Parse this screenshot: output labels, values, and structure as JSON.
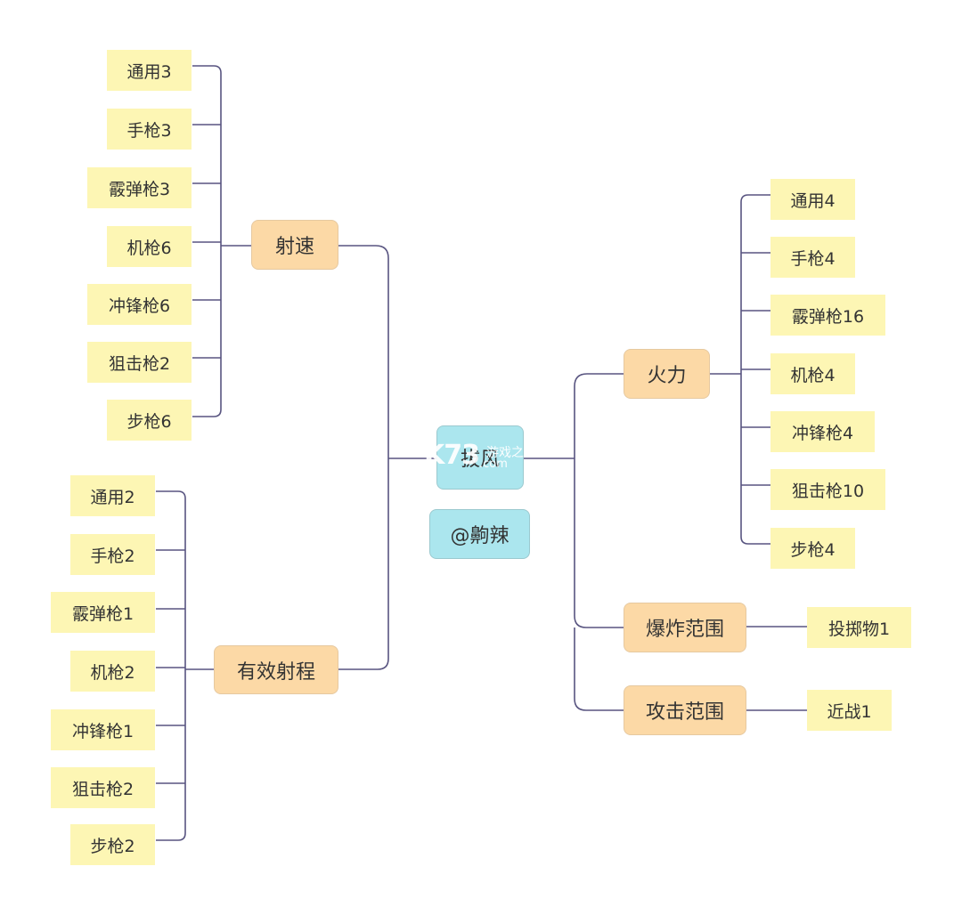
{
  "colors": {
    "connector": "#585480",
    "leaf_fill": "#fdf6b4",
    "branch_fill": "#fcd9a6",
    "center_fill": "#abe6ee"
  },
  "center": {
    "label": "拔风",
    "author": "@齁辣"
  },
  "watermark": {
    "logo": "K73",
    "text_cn": "游戏之家",
    "text_com": ".com"
  },
  "branches": {
    "fire_rate": {
      "label": "射速",
      "items": [
        "通用3",
        "手枪3",
        "霰弹枪3",
        "机枪6",
        "冲锋枪6",
        "狙击枪2",
        "步枪6"
      ]
    },
    "effective_range": {
      "label": "有效射程",
      "items": [
        "通用2",
        "手枪2",
        "霰弹枪1",
        "机枪2",
        "冲锋枪1",
        "狙击枪2",
        "步枪2"
      ]
    },
    "firepower": {
      "label": "火力",
      "items": [
        "通用4",
        "手枪4",
        "霰弹枪16",
        "机枪4",
        "冲锋枪4",
        "狙击枪10",
        "步枪4"
      ]
    },
    "explosion_range": {
      "label": "爆炸范围",
      "items": [
        "投掷物1"
      ]
    },
    "attack_range": {
      "label": "攻击范围",
      "items": [
        "近战1"
      ]
    }
  }
}
